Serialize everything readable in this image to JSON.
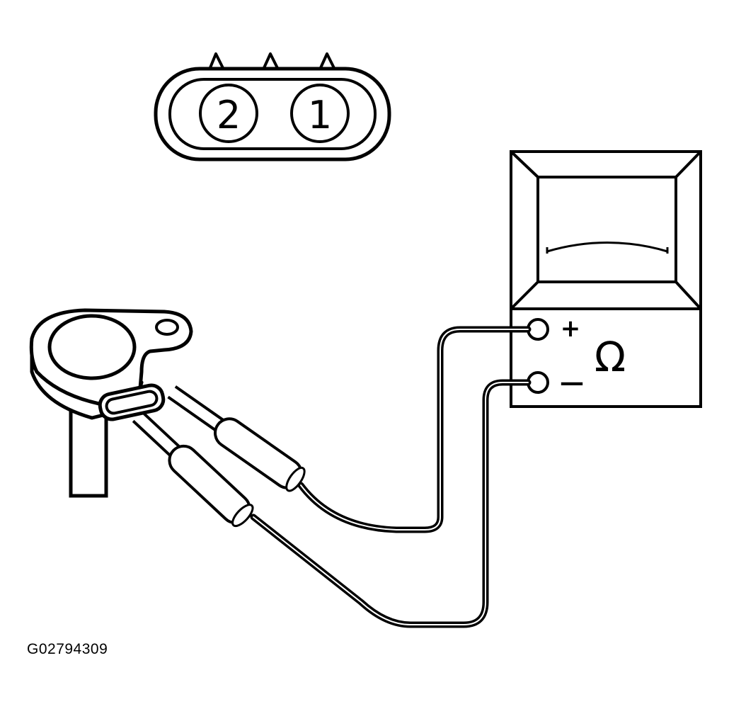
{
  "connector": {
    "pins": [
      {
        "id": "pin-2",
        "label": "2"
      },
      {
        "id": "pin-1",
        "label": "1"
      }
    ]
  },
  "meter": {
    "positive_symbol": "+",
    "negative_symbol": "—",
    "unit_symbol": "Ω"
  },
  "figure_code": "G02794309",
  "colors": {
    "line": "#000000",
    "background": "#ffffff"
  }
}
